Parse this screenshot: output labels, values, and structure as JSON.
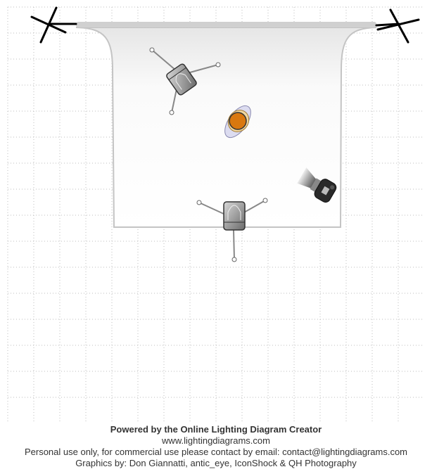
{
  "diagram": {
    "elements": [
      {
        "type": "background-stand",
        "name": "left-stand"
      },
      {
        "type": "background-stand",
        "name": "right-stand"
      },
      {
        "type": "backdrop",
        "name": "seamless-backdrop"
      },
      {
        "type": "softbox-light",
        "name": "key-light"
      },
      {
        "type": "softbox-light",
        "name": "front-light"
      },
      {
        "type": "model",
        "name": "subject"
      },
      {
        "type": "camera",
        "name": "camera"
      }
    ],
    "colors": {
      "subject": "#d9780f",
      "grid": "#bdbdbd",
      "backdrop": "#f4f4f4"
    }
  },
  "footer": {
    "powered_by": "Powered by the Online Lighting Diagram Creator",
    "website": "www.lightingdiagrams.com",
    "license": "Personal use only, for commercial use please contact by email: contact@lightingdiagrams.com",
    "credits": "Graphics by: Don Giannatti, antic_eye, IconShock & QH Photography"
  }
}
